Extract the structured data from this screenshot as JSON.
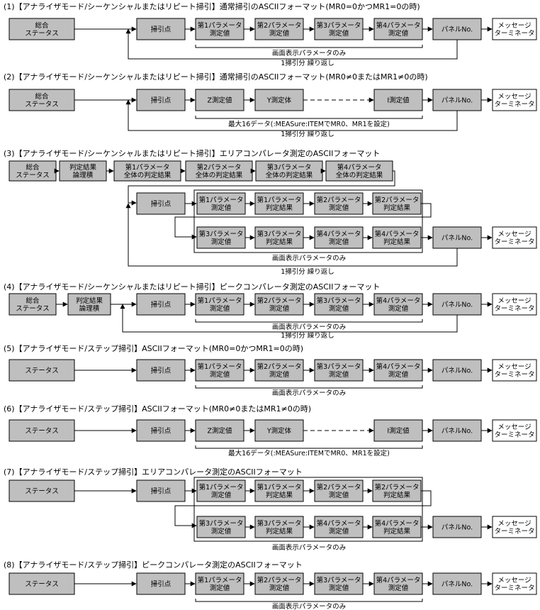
{
  "sections": [
    {
      "title": "(1)【アナライザモード/シーケンシャルまたはリピート掃引】通常掃引のASCIIフォーマット(MR0=0かつMR1=0の時)",
      "boxes": {
        "status": [
          "総合",
          "ステータス"
        ],
        "sweep_point": [
          "掃引点"
        ],
        "p1": [
          "第1パラメータ",
          "測定値"
        ],
        "p2": [
          "第2パラメータ",
          "測定値"
        ],
        "p3": [
          "第3パラメータ",
          "測定値"
        ],
        "p4": [
          "第4パラメータ",
          "測定値"
        ],
        "panel": [
          "パネルNo."
        ],
        "terminator": [
          "メッセージ",
          "ターミネータ"
        ]
      },
      "note_brace": "画面表示パラメータのみ",
      "note_repeat": "1掃引分 繰り返し"
    },
    {
      "title": "(2)【アナライザモード/シーケンシャルまたはリピート掃引】通常掃引のASCIIフォーマット(MR0≠0またはMR1≠0の時)",
      "boxes": {
        "status": [
          "総合",
          "ステータス"
        ],
        "sweep_point": [
          "掃引点"
        ],
        "z": [
          "Z測定値"
        ],
        "y": [
          "Y測定体"
        ],
        "i": [
          "I測定値"
        ],
        "panel": [
          "パネルNo."
        ],
        "terminator": [
          "メッセージ",
          "ターミネータ"
        ]
      },
      "note_brace": "最大16データ(:MEASure:ITEMでMR0、MR1を設定)",
      "note_repeat": "1掃引分 繰り返し"
    },
    {
      "title": "(3)【アナライザモード/シーケンシャルまたはリピート掃引】エリアコンパレータ測定のASCIIフォーマット",
      "boxes": {
        "status": [
          "総合",
          "ステータス"
        ],
        "judge_and": [
          "判定結果",
          "論理積"
        ],
        "p1_all": [
          "第1パラメータ",
          "全体の判定結果"
        ],
        "p2_all": [
          "第2パラメータ",
          "全体の判定結果"
        ],
        "p3_all": [
          "第3パラメータ",
          "全体の判定結果"
        ],
        "p4_all": [
          "第4パラメータ",
          "全体の判定結果"
        ],
        "sweep_point": [
          "掃引点"
        ],
        "r1": [
          [
            "第1パラメータ",
            "測定値"
          ],
          [
            "第1パラメータ",
            "判定結果"
          ],
          [
            "第2パラメータ",
            "測定値"
          ],
          [
            "第2パラメータ",
            "判定結果"
          ]
        ],
        "r2": [
          [
            "第3パラメータ",
            "測定値"
          ],
          [
            "第3パラメータ",
            "判定結果"
          ],
          [
            "第4パラメータ",
            "測定値"
          ],
          [
            "第4パラメータ",
            "判定結果"
          ]
        ],
        "panel": [
          "パネルNo."
        ],
        "terminator": [
          "メッセージ",
          "ターミネータ"
        ]
      },
      "note_group": "画面表示パラメータのみ",
      "note_repeat": "1掃引分 繰り返し"
    },
    {
      "title": "(4)【アナライザモード/シーケンシャルまたはリピート掃引】ピークコンパレータ測定のASCIIフォーマット",
      "boxes": {
        "status": [
          "総合",
          "ステータス"
        ],
        "judge_and": [
          "判定結果",
          "論理積"
        ],
        "sweep_point": [
          "掃引点"
        ],
        "p1": [
          "第1パラメータ",
          "測定値"
        ],
        "p2": [
          "第2パラメータ",
          "測定値"
        ],
        "p3": [
          "第3パラメータ",
          "測定値"
        ],
        "p4": [
          "第4パラメータ",
          "測定値"
        ],
        "panel": [
          "パネルNo."
        ],
        "terminator": [
          "メッセージ",
          "ターミネータ"
        ]
      },
      "note_brace": "画面表示パラメータのみ",
      "note_repeat": "1掃引分 繰り返し"
    },
    {
      "title": "(5)【アナライザモード/ステップ掃引】ASCIIフォーマット(MR0=0かつMR1=0の時)",
      "boxes": {
        "status": [
          "ステータス"
        ],
        "sweep_point": [
          "掃引点"
        ],
        "p1": [
          "第1パラメータ",
          "測定値"
        ],
        "p2": [
          "第2パラメータ",
          "測定値"
        ],
        "p3": [
          "第3パラメータ",
          "測定値"
        ],
        "p4": [
          "第4パラメータ",
          "測定値"
        ],
        "panel": [
          "パネルNo."
        ],
        "terminator": [
          "メッセージ",
          "ターミネータ"
        ]
      },
      "note_brace": "画面表示パラメータのみ"
    },
    {
      "title": "(6)【アナライザモード/ステップ掃引】ASCIIフォーマット(MR0≠0またはMR1≠0の時)",
      "boxes": {
        "status": [
          "ステータス"
        ],
        "sweep_point": [
          "掃引点"
        ],
        "z": [
          "Z測定値"
        ],
        "y": [
          "Y測定体"
        ],
        "i": [
          "I測定値"
        ],
        "panel": [
          "パネルNo."
        ],
        "terminator": [
          "メッセージ",
          "ターミネータ"
        ]
      },
      "note_brace": "最大16データ(:MEASure:ITEMでMR0、MR1を設定)"
    },
    {
      "title": "(7)【アナライザモード/ステップ掃引】エリアコンパレータ測定のASCIIフォーマット",
      "boxes": {
        "status": [
          "ステータス"
        ],
        "sweep_point": [
          "掃引点"
        ],
        "r1": [
          [
            "第1パラメータ",
            "測定値"
          ],
          [
            "第1パラメータ",
            "判定結果"
          ],
          [
            "第2パラメータ",
            "測定値"
          ],
          [
            "第2パラメータ",
            "判定結果"
          ]
        ],
        "r2": [
          [
            "第3パラメータ",
            "測定値"
          ],
          [
            "第3パラメータ",
            "判定結果"
          ],
          [
            "第4パラメータ",
            "測定値"
          ],
          [
            "第4パラメータ",
            "判定結果"
          ]
        ],
        "panel": [
          "パネルNo."
        ],
        "terminator": [
          "メッセージ",
          "ターミネータ"
        ]
      },
      "note_group": "画面表示パラメータのみ"
    },
    {
      "title": "(8)【アナライザモード/ステップ掃引】ピークコンパレータ測定のASCIIフォーマット",
      "boxes": {
        "status": [
          "ステータス"
        ],
        "sweep_point": [
          "掃引点"
        ],
        "p1": [
          "第1パラメータ",
          "測定値"
        ],
        "p2": [
          "第2パラメータ",
          "測定値"
        ],
        "p3": [
          "第3パラメータ",
          "測定値"
        ],
        "p4": [
          "第4パラメータ",
          "測定値"
        ],
        "panel": [
          "パネルNo."
        ],
        "terminator": [
          "メッセージ",
          "ターミネータ"
        ]
      },
      "note_brace": "画面表示パラメータのみ"
    }
  ],
  "colors": {
    "box_fill_gray": "#bfbfbf",
    "box_fill_white": "#ffffff",
    "stroke": "#000000"
  }
}
